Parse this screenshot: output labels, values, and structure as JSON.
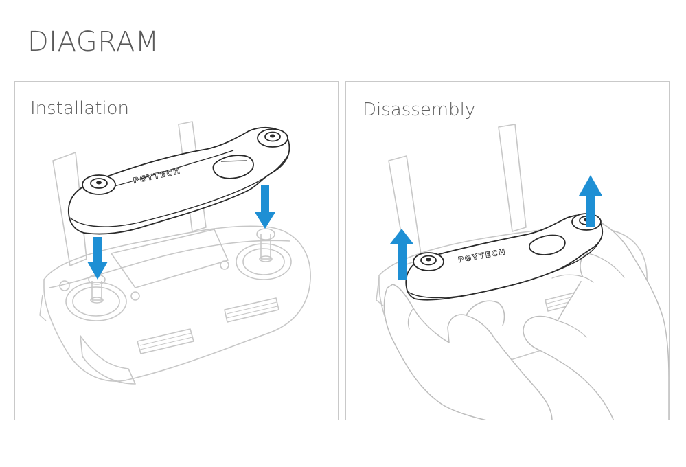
{
  "header": {
    "title": "DIAGRAM"
  },
  "panels": [
    {
      "label": "Installation",
      "brand": "PGYTECH"
    },
    {
      "label": "Disassembly",
      "brand": "PGYTECH"
    }
  ],
  "colors": {
    "arrow": "#1E8FD4",
    "cover_outline": "#2a2a2a",
    "controller_outline": "#c7c7c7",
    "hand_outline": "#bdbdbd",
    "border": "#c9c9c9",
    "title_text": "#5a5a5a"
  }
}
